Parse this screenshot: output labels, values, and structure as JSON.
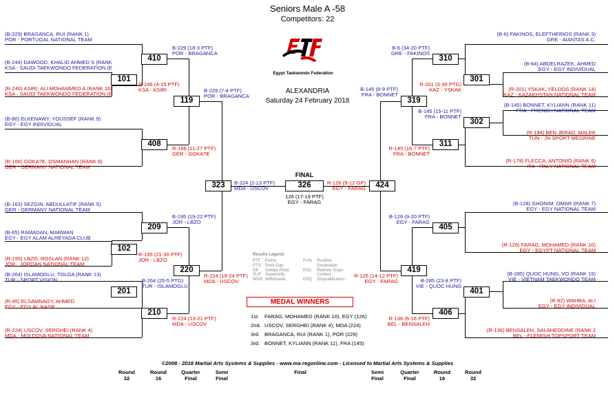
{
  "header": {
    "title": "Seniors Male A -58",
    "competitors": "Competitors: 22",
    "city": "ALEXANDRIA",
    "date": "Saturday 24 February 2018",
    "logo_text": "Egypt Taekwondo Federation"
  },
  "left_entries": [
    {
      "l1": "(B-229) BRAGANCA, RUI (RANK 1)",
      "l2": "POR - PORTUGAL NATIONAL TEAM",
      "c": "b"
    },
    {
      "l1": "(B-244) DAWOOD, KHALID AHMED S (RANK",
      "l2": "KSA - SAUDI TAEKWONDO FEDERATION (E",
      "c": "b"
    },
    {
      "l1": "(R-246) ASIRI, ALI MOHAMMED A (RANK 16)",
      "l2": "KSA - SAUDI TAEKWONDO FEDERATION (E",
      "c": "r"
    },
    {
      "l1": "(B-80) ELKENAWY, YOUSSEF (RANK 9)",
      "l2": "EGY - EGY INDIVIDUAL",
      "c": "b"
    },
    {
      "l1": "(R-166) GOKA?E, OSMANHAN (RANK 8)",
      "l2": "GER - GERMANY NATIONAL TEAM",
      "c": "r"
    },
    {
      "l1": "(B-163) SEZGIN, ABDULLATIF (RANK 5)",
      "l2": "GER - GERMANY NATIONAL TEAM",
      "c": "b"
    },
    {
      "l1": "(B-65) RAMADAN, MARWAN",
      "l2": "EGY - EGY ALAM ALREYADA CLUB",
      "c": "b"
    },
    {
      "l1": "(R-195) LBZO, ROSLAN (RANK 12)",
      "l2": "JOR - JORDAN NATIONAL TEAM",
      "c": "r"
    },
    {
      "l1": "(B-264) ISLAMOGLU, TOLGA (RANK 13)",
      "l2": "TUR - SPORT VISION",
      "c": "b"
    },
    {
      "l1": "(R-45) ELSAMNAGY, AHMED",
      "l2": "EGY - EGY AL NASR",
      "c": "r"
    },
    {
      "l1": "(R-224) USCOV, SERGHEI (RANK 4)",
      "l2": "MDA - MOLDOVA NATIONAL TEAM",
      "c": "r"
    }
  ],
  "right_entries": [
    {
      "l1": "(B-6) FAKINOS, ELEFTHERIOS (RANK 3)",
      "l2": "GRE - AIANTAS A.C.",
      "c": "b"
    },
    {
      "l1": "(B-84) ABDELRAZEK, AHMED",
      "l2": "EGY - EGY INDIVIDUAL",
      "c": "b"
    },
    {
      "l1": "(R-201) YSKAK, YELDOS (RANK 14)",
      "l2": "KAZ - KAZAKHSTAN NATIONAL TEAM",
      "c": "r"
    },
    {
      "l1": "(B-145) BONNET, KYLIANN (RANK 11)",
      "l2": "FRA - FRENCH NATIONAL TEAM",
      "c": "b"
    },
    {
      "l1": "(R-194) BEN JERAD, MALEK",
      "l2": "TUN - JN SPORT MEGRINE",
      "c": "r"
    },
    {
      "l1": "(R-179) FLECCA, ANTONIO (RANK 6)",
      "l2": "ITA - ITALY NATIONAL TEAM",
      "c": "r"
    },
    {
      "l1": "(B-128) GHONIM, OMAR (RANK 7)",
      "l2": "EGY - EGY NATIONAL TEAM",
      "c": "b"
    },
    {
      "l1": "(R-126) FARAG, MOHAMED (RANK 10)",
      "l2": "EGY - EGYPT NATIONAL TEAM",
      "c": "r"
    },
    {
      "l1": "(B-285) QUOC HUNG, VO (RANK 15)",
      "l2": "VIE - VIETNAM TAEKWONDO TEAM",
      "c": "b"
    },
    {
      "l1": "(R-82) WAHBA, ALI",
      "l2": "EGY - EGY INDIVIDUAL",
      "c": "r"
    },
    {
      "l1": "(R-136) BENSALEH, SALAHEDDINE (RANK 2",
      "l2": "BEL - FLEMISH TOPSPORT TEAM",
      "c": "r"
    }
  ],
  "matches": {
    "m410": "410",
    "m101": "101",
    "m119": "119",
    "m408": "408",
    "m323": "323",
    "m209": "209",
    "m102": "102",
    "m220": "220",
    "m201": "201",
    "m210": "210",
    "m326": "326",
    "m310": "310",
    "m301": "301",
    "m319": "319",
    "m302": "302",
    "m311": "311",
    "m424": "424",
    "m405": "405",
    "m419": "419",
    "m401": "401",
    "m406": "406"
  },
  "results": {
    "r410": {
      "l1": "B-229 (18-3 PTF)",
      "l2": "POR - BRAGANCA"
    },
    "r101": {
      "l1": "R-246 (4-15 PTF)",
      "l2": "KSA - ASIRI"
    },
    "r119": {
      "l1": "B-229 (7-4 PTF)",
      "l2": "POR - BRAGANCA"
    },
    "r408": {
      "l1": "R-166 (11-27 PTF)",
      "l2": "GER - GOKA?E"
    },
    "r323": {
      "l1": "B-224 (2-13 PTF)",
      "l2": "MDA - USCOV"
    },
    "r209": {
      "l1": "B-195 (19-22 PTF)",
      "l2": "JOR - LBZO"
    },
    "r102": {
      "l1": "R-195 (21-30 PTF)",
      "l2": "JOR - LBZO"
    },
    "r220": {
      "l1": "R-224 (19-24 PTF)",
      "l2": "MDA - USCOV"
    },
    "r201": {
      "l1": "B-264 (25-5 PTG)",
      "l2": "TUR - ISLAMOGLU"
    },
    "r210": {
      "l1": "R-224 (13-21 PTF)",
      "l2": "MDA - USCOV"
    },
    "r310": {
      "l1": "B-6 (34-20 PTF)",
      "l2": "GRE - FAKINOS"
    },
    "r301": {
      "l1": "R-201 (3-39 PTG)",
      "l2": "KAZ - YSKAK"
    },
    "r319": {
      "l1": "B-145 (8-9 PTF)",
      "l2": "FRA - BONNET"
    },
    "r302": {
      "l1": "B-145 (15-11 PTF)",
      "l2": "FRA - BONNET"
    },
    "r311": {
      "l1": "R-145 (16-7 PTF)",
      "l2": "FRA - BONNET"
    },
    "r424": {
      "l1": "R-126 (9-12 GP)",
      "l2": "EGY - FARAG"
    },
    "r405": {
      "l1": "B-126 (9-20 PTF)",
      "l2": "EGY - FARAG"
    },
    "r419": {
      "l1": "R-126 (14-12 PTF)",
      "l2": "EGY - FARAG"
    },
    "r401": {
      "l1": "B-285 (23-8 PTF)",
      "l2": "VIE - QUOC HUNG"
    },
    "r406": {
      "l1": "R-136 (6-16 PTF)",
      "l2": "BEL - BENSALEH"
    }
  },
  "final": {
    "label": "FINAL",
    "result1": "126 (17-19 PTF)",
    "result2": "EGY - FARAG"
  },
  "legend": {
    "title": "Results Legend:",
    "rows": [
      [
        "PTF",
        "Points",
        "PUN",
        "Punitive"
      ],
      [
        "PTG",
        "Point Gap",
        "",
        "Declaration"
      ],
      [
        "GP",
        "Golden Point",
        "RSC",
        "Referee Stops"
      ],
      [
        "SUP",
        "Superiority",
        "",
        "Contest"
      ],
      [
        "WDR",
        "Withdrawal",
        "DSQ",
        "Disqualification"
      ]
    ]
  },
  "medals": {
    "title": "MEDAL WINNERS",
    "rows": [
      {
        "place": "1st.",
        "name": "FARAG, MOHAMED (RANK 10), EGY (126)"
      },
      {
        "place": "2nd.",
        "name": "USCOV, SERGHEI (RANK 4), MDA (224)"
      },
      {
        "place": "3rd.",
        "name": "BRAGANCA, RUI (RANK 1), POR (229)"
      },
      {
        "place": "3rd.",
        "name": "BONNET, KYLIANN (RANK 11), FRA (145)"
      }
    ]
  },
  "footer": "©2008 - 2018 Martial Arts Systems & Supplies - www.ma-regonline.com - Licensed to Martial Arts Systems & Supplies",
  "round_labels": [
    {
      "a": "Round",
      "b": "32"
    },
    {
      "a": "Round",
      "b": "16"
    },
    {
      "a": "Quarter",
      "b": "Final"
    },
    {
      "a": "Semi",
      "b": "Final"
    },
    {
      "a": "Final",
      "b": ""
    },
    {
      "a": "Semi",
      "b": "Final"
    },
    {
      "a": "Quarter",
      "b": "Final"
    },
    {
      "a": "Round",
      "b": "16"
    },
    {
      "a": "Round",
      "b": "32"
    }
  ]
}
